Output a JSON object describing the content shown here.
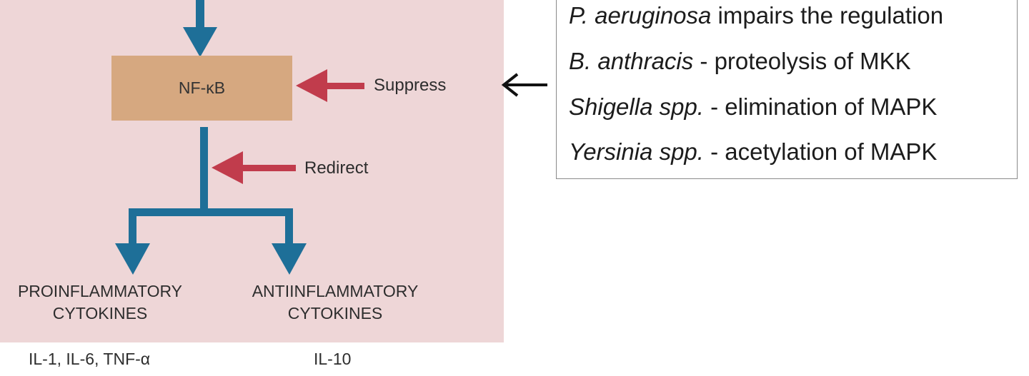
{
  "nodes": {
    "nfkb": "NF-κB",
    "proinflammatory": [
      "PROINFLAMMATORY",
      "CYTOKINES"
    ],
    "antiinflammatory": [
      "ANTIINFLAMMATORY",
      "CYTOKINES"
    ]
  },
  "labels": {
    "suppress": "Suppress",
    "redirect": "Redirect",
    "pro_examples": "IL-1, IL-6, TNF-α",
    "anti_examples": "IL-10"
  },
  "info": [
    {
      "species": "P. aeruginosa",
      "text": " impairs the regulation"
    },
    {
      "species": "B. anthracis",
      "text": " - proteolysis of MKK"
    },
    {
      "species": "Shigella spp.",
      "text": " - elimination of MAPK"
    },
    {
      "species": "Yersinia spp.",
      "text": " - acetylation of MAPK"
    }
  ],
  "colors": {
    "panel": "#eed6d7",
    "box": "#d6a880",
    "pathway_arrow": "#1e6f98",
    "inhibitor_arrow": "#c13c4c"
  }
}
